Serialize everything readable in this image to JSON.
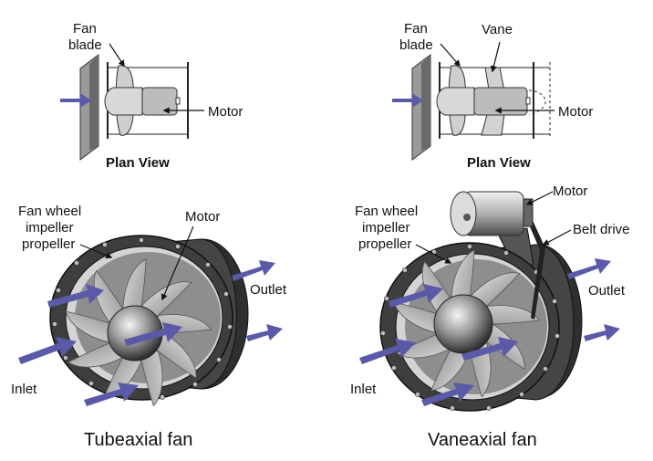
{
  "labels": {
    "fan_blade_line1": "Fan",
    "fan_blade_line2": "blade",
    "motor": "Motor",
    "vane": "Vane",
    "plan_view": "Plan View",
    "fan_wheel_line1": "Fan wheel",
    "fan_wheel_line2": "impeller",
    "fan_wheel_line3": "propeller",
    "outlet": "Outlet",
    "inlet": "Inlet",
    "belt_drive": "Belt drive"
  },
  "captions": {
    "tubeaxial": "Tubeaxial fan",
    "vaneaxial": "Vaneaxial fan"
  },
  "colors": {
    "arrow": "#5a5aa8",
    "housing": "#3a3a3a",
    "blade": "#b8b8b8"
  }
}
